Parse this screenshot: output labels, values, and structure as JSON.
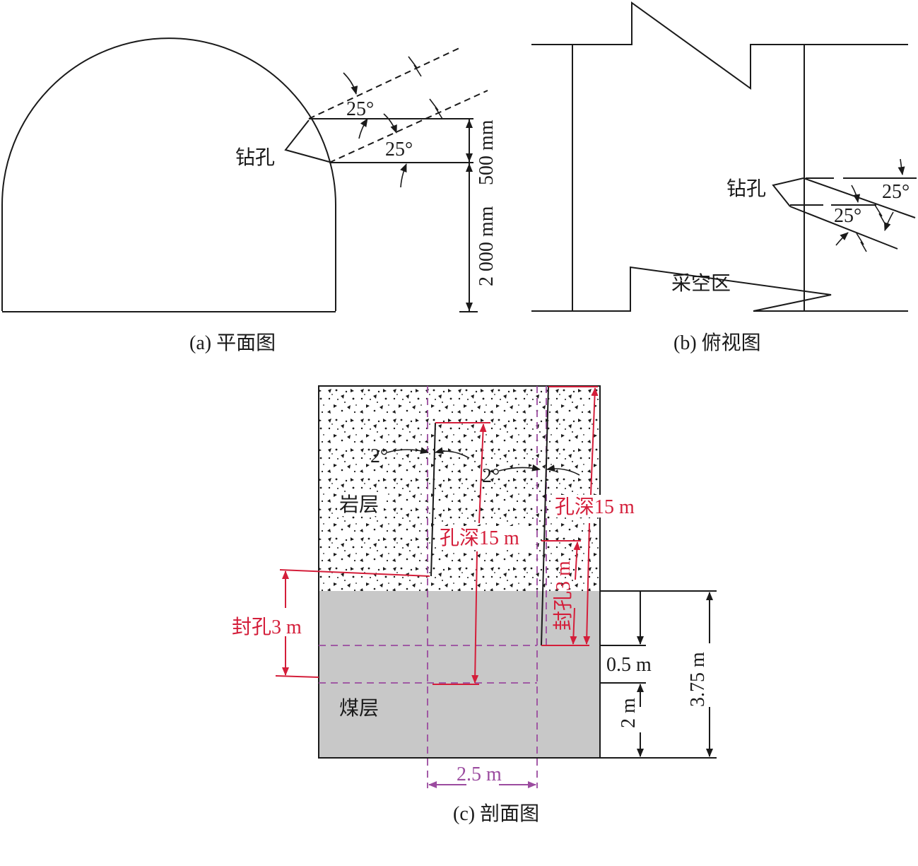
{
  "colors": {
    "ink": "#1a1a1a",
    "red": "#d41e3a",
    "purple": "#9b4b9f",
    "coal": "#c8c8c8",
    "rock": "#ffffff"
  },
  "panel_a": {
    "caption": "(a) 平面图",
    "drill_label": "钻孔",
    "angle_upper": "25°",
    "angle_lower": "25°",
    "dim_spacing": "500 mm",
    "dim_height": "2 000 mm"
  },
  "panel_b": {
    "caption": "(b) 俯视图",
    "drill_label": "钻孔",
    "angle_upper": "25°",
    "angle_lower": "25°",
    "goaf_label": "采空区"
  },
  "panel_c": {
    "caption": "(c) 剖面图",
    "rock_label": "岩层",
    "coal_label": "煤层",
    "angle_left": "2°",
    "angle_right": "2°",
    "depth_middle": "孔深15 m",
    "depth_right": "孔深15 m",
    "seal_left": "封孔3 m",
    "seal_right": "封孔3 m",
    "dim_width": "2.5 m",
    "dim_0_5": "0.5 m",
    "dim_2": "2 m",
    "dim_3_75": "3.75 m"
  }
}
